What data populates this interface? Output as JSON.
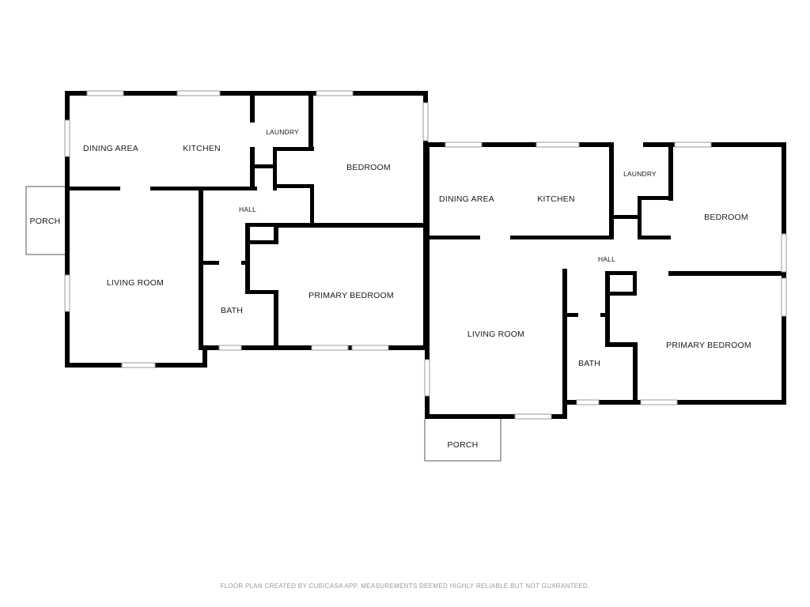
{
  "colors": {
    "wall": "#000000",
    "window": "#9a9a9a",
    "background": "#ffffff",
    "footer_text": "#9a9a9a"
  },
  "units": [
    {
      "name": "left-unit",
      "rooms": {
        "dining_area": "DINING AREA",
        "kitchen": "KITCHEN",
        "laundry": "LAUNDRY",
        "bedroom": "BEDROOM",
        "porch": "PORCH",
        "hall": "HALL",
        "living_room": "LIVING ROOM",
        "bath": "BATH",
        "primary_bedroom": "PRIMARY BEDROOM"
      }
    },
    {
      "name": "right-unit",
      "rooms": {
        "dining_area": "DINING AREA",
        "kitchen": "KITCHEN",
        "laundry": "LAUNDRY",
        "bedroom": "BEDROOM",
        "hall": "HALL",
        "living_room": "LIVING ROOM",
        "bath": "BATH",
        "primary_bedroom": "PRIMARY BEDROOM",
        "porch": "PORCH"
      }
    }
  ],
  "footer": {
    "note": "FLOOR PLAN CREATED BY CUBICASA APP. MEASUREMENTS DEEMED HIGHLY RELIABLE BUT NOT GUARANTEED."
  }
}
